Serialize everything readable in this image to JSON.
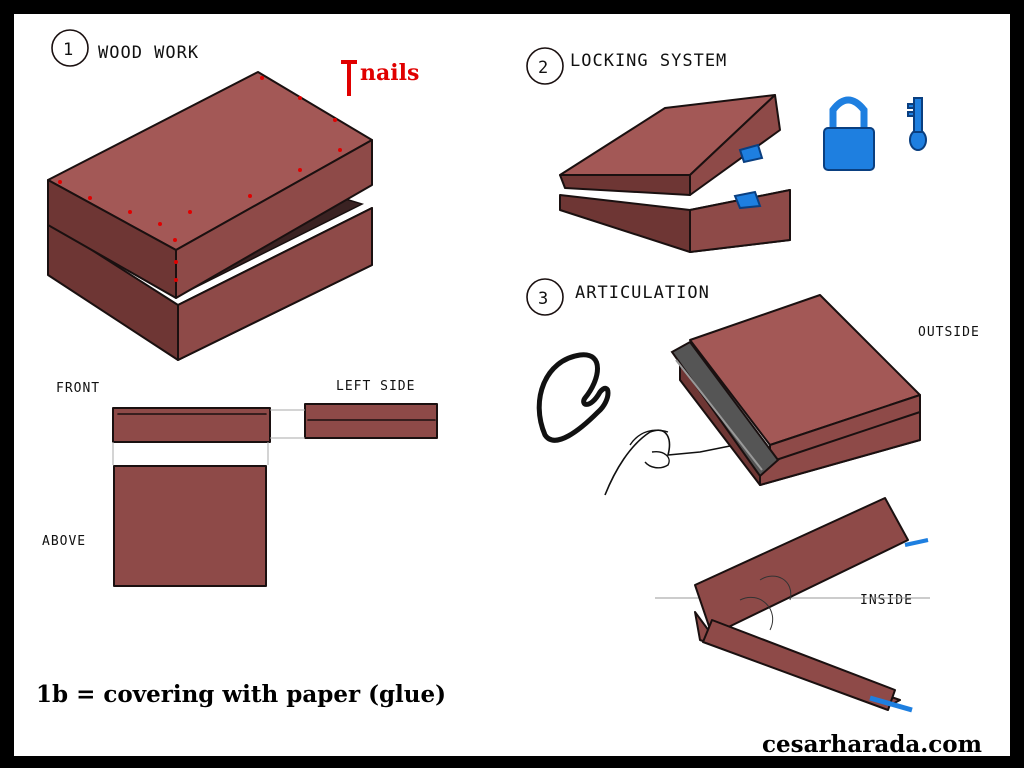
{
  "sections": {
    "wood_work": {
      "number": "1",
      "title": "WOOD WORK"
    },
    "locking_system": {
      "number": "2",
      "title": "LOCKING SYSTEM"
    },
    "articulation": {
      "number": "3",
      "title": "ARTICULATION"
    }
  },
  "legend": {
    "nails_label": "nails"
  },
  "views": {
    "front": "FRONT",
    "left_side": "LEFT SIDE",
    "above": "ABOVE",
    "outside": "OUTSIDE",
    "inside": "INSIDE"
  },
  "caption": "1b = covering with paper (glue)",
  "credit": "cesarharada.com",
  "colors": {
    "wood": "#8e4a48",
    "nails": "#e00000",
    "lock": "#1e7fe0",
    "frame": "#000000"
  }
}
